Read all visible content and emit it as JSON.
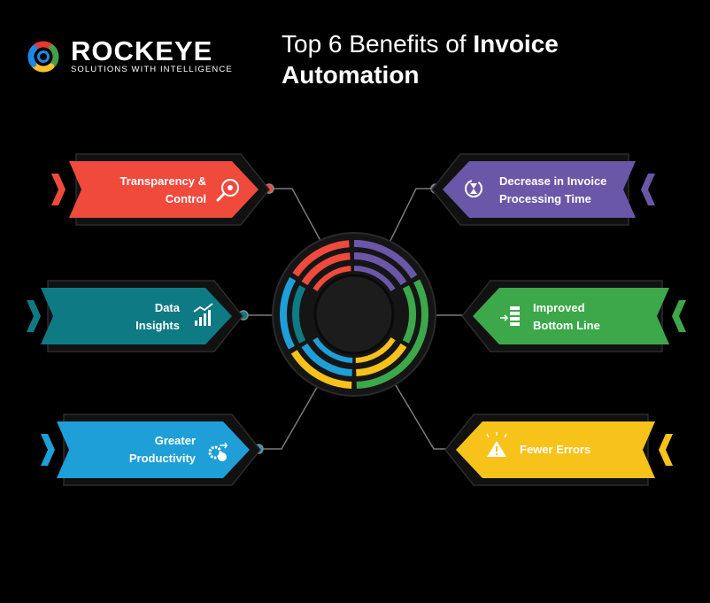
{
  "brand": {
    "name": "ROCKEYE",
    "tagline": "SOLUTIONS WITH INTELLIGENCE",
    "logo_colors": [
      "#e53935",
      "#fbc02d",
      "#1e88e5",
      "#43a047"
    ]
  },
  "header": {
    "title_prefix": "Top 6 Benefits of ",
    "title_bold_line1": "Invoice",
    "title_bold_line2": "Automation"
  },
  "benefits": [
    {
      "id": "transparency",
      "line1": "Transparency &",
      "line2": "Control",
      "color": "#ef4a3c",
      "icon": "magnifier-eye-icon",
      "side": "left",
      "row": 1
    },
    {
      "id": "data-insights",
      "line1": "Data",
      "line2": "Insights",
      "color": "#0e7a84",
      "icon": "bar-chart-icon",
      "side": "left",
      "row": 2
    },
    {
      "id": "productivity",
      "line1": "Greater",
      "line2": "Productivity",
      "color": "#1e9fd8",
      "icon": "gears-icon",
      "side": "left",
      "row": 3
    },
    {
      "id": "processing-time",
      "line1": "Decrease in Invoice",
      "line2": "Processing Time",
      "color": "#6a57a8",
      "icon": "hourglass-icon",
      "side": "right",
      "row": 1
    },
    {
      "id": "bottom-line",
      "line1": "Improved",
      "line2": "Bottom Line",
      "color": "#3ca84a",
      "icon": "stacked-coins-icon",
      "side": "right",
      "row": 2
    },
    {
      "id": "fewer-errors",
      "line1": "Fewer Errors",
      "line2": "",
      "color": "#f7c21a",
      "icon": "warning-triangle-icon",
      "side": "right",
      "row": 3
    }
  ]
}
